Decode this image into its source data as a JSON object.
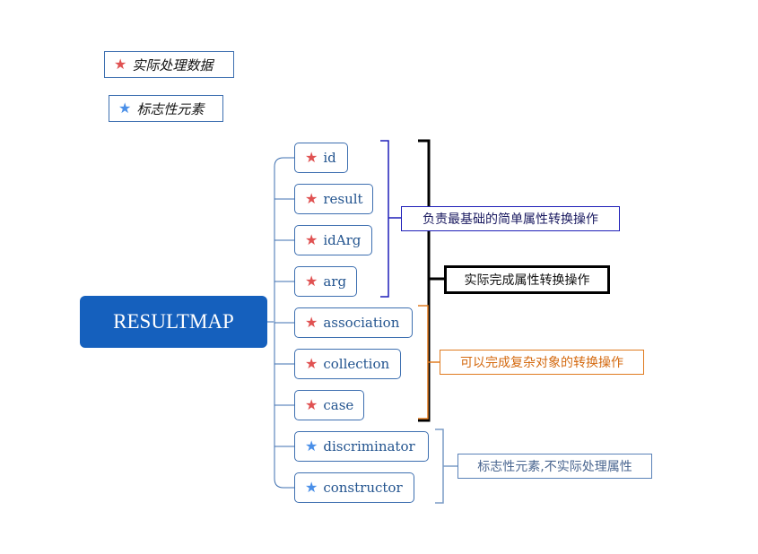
{
  "colors": {
    "root_fill": "#1560bd",
    "node_border": "#3d6fb0",
    "node_text": "#23548f",
    "red_star": "#e05252",
    "blue_star": "#4a8fe8",
    "bracket_basic": "#1f1fb8",
    "bracket_all": "#000000",
    "bracket_complex": "#e07b20",
    "bracket_marker": "#7a9cc6"
  },
  "legend": {
    "actual": {
      "label": "实际处理数据",
      "icon": "red-star-icon"
    },
    "marker": {
      "label": "标志性元素",
      "icon": "blue-star-icon"
    }
  },
  "root": {
    "label": "RESULTMAP"
  },
  "children": [
    {
      "label": "id",
      "star": "red"
    },
    {
      "label": "result",
      "star": "red"
    },
    {
      "label": "idArg",
      "star": "red"
    },
    {
      "label": "arg",
      "star": "red"
    },
    {
      "label": "association",
      "star": "red"
    },
    {
      "label": "collection",
      "star": "red"
    },
    {
      "label": "case",
      "star": "red"
    },
    {
      "label": "discriminator",
      "star": "blue"
    },
    {
      "label": "constructor",
      "star": "blue"
    }
  ],
  "brackets": {
    "basic": "负责最基础的简单属性转换操作",
    "all": "实际完成属性转换操作",
    "complex": "可以完成复杂对象的转换操作",
    "marker": "标志性元素,不实际处理属性"
  }
}
